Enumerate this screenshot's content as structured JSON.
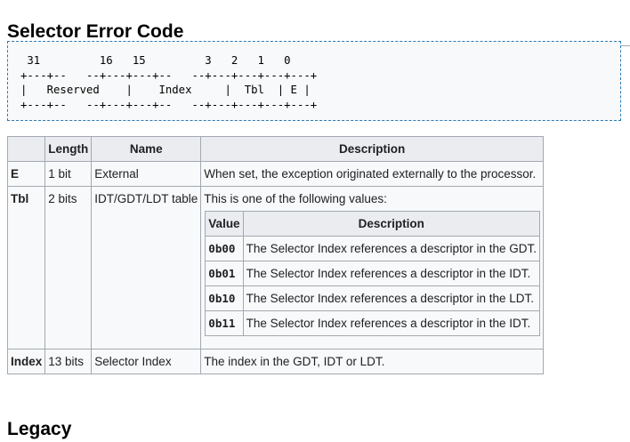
{
  "section_title": "Selector Error Code",
  "diagram": " 31         16   15         3   2   1   0\n+---+--   --+---+---+--   --+---+---+---+---+\n|   Reserved    |    Index     |  Tbl  | E |\n+---+--   --+---+---+--   --+---+---+---+---+",
  "table": {
    "headers": {
      "corner": "",
      "length": "Length",
      "name": "Name",
      "description": "Description"
    },
    "rows": {
      "e": {
        "field": "E",
        "length": "1 bit",
        "name": "External",
        "description": "When set, the exception originated externally to the processor."
      },
      "tbl": {
        "field": "Tbl",
        "length": "2 bits",
        "name": "IDT/GDT/LDT table",
        "description": "This is one of the following values:",
        "values_table": {
          "headers": {
            "value": "Value",
            "description": "Description"
          },
          "rows": [
            {
              "value": "0b00",
              "description": "The Selector Index references a descriptor in the GDT."
            },
            {
              "value": "0b01",
              "description": "The Selector Index references a descriptor in the IDT."
            },
            {
              "value": "0b10",
              "description": "The Selector Index references a descriptor in the LDT."
            },
            {
              "value": "0b11",
              "description": "The Selector Index references a descriptor in the IDT."
            }
          ]
        }
      },
      "index": {
        "field": "Index",
        "length": "13 bits",
        "name": "Selector Index",
        "description": "The index in the GDT, IDT or LDT."
      }
    }
  },
  "next_section_title": "Legacy"
}
